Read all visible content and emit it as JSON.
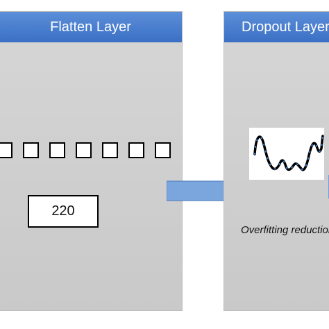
{
  "panels": {
    "flatten": {
      "title": "Flatten Layer",
      "unit_count": 7,
      "count_label": "220"
    },
    "dropout": {
      "title": "Dropout Layer",
      "caption": "Overfitting reduction"
    }
  },
  "colors": {
    "header": "#3b6fc4",
    "panel": "#cfcfcf",
    "arrow": "#7aa5dd",
    "wave": "#000000",
    "wave_dots": "#3f7fd0"
  },
  "icons": [
    "right-arrow-icon",
    "waveform-icon"
  ]
}
